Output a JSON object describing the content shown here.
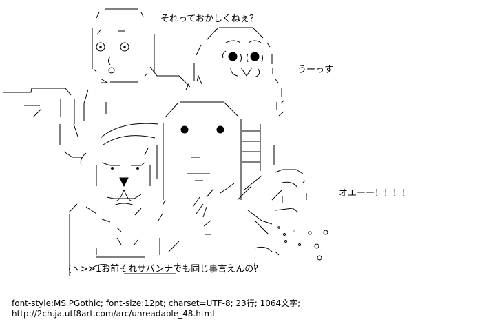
{
  "speech": {
    "top_speaker": "それっておかしくねぇ？",
    "right_speaker": "うーっす",
    "vomit_speaker": "オエーー！！！！",
    "bottom_speaker": "(ヽ>>1お前それサバンナでも同じ事言えんの？"
  },
  "footer": {
    "meta": "font-style:MS PGothic; font-size:12pt; charset=UTF-8; 23行; 1064文字;",
    "url": "http://2ch.ja.utf8art.com/arc/unreadable_48.html"
  },
  "characters": [
    "bald-man-pointing",
    "round-face-wide-eyes",
    "square-face-dark-eyes",
    "lion-face",
    "vomiting-figure"
  ]
}
